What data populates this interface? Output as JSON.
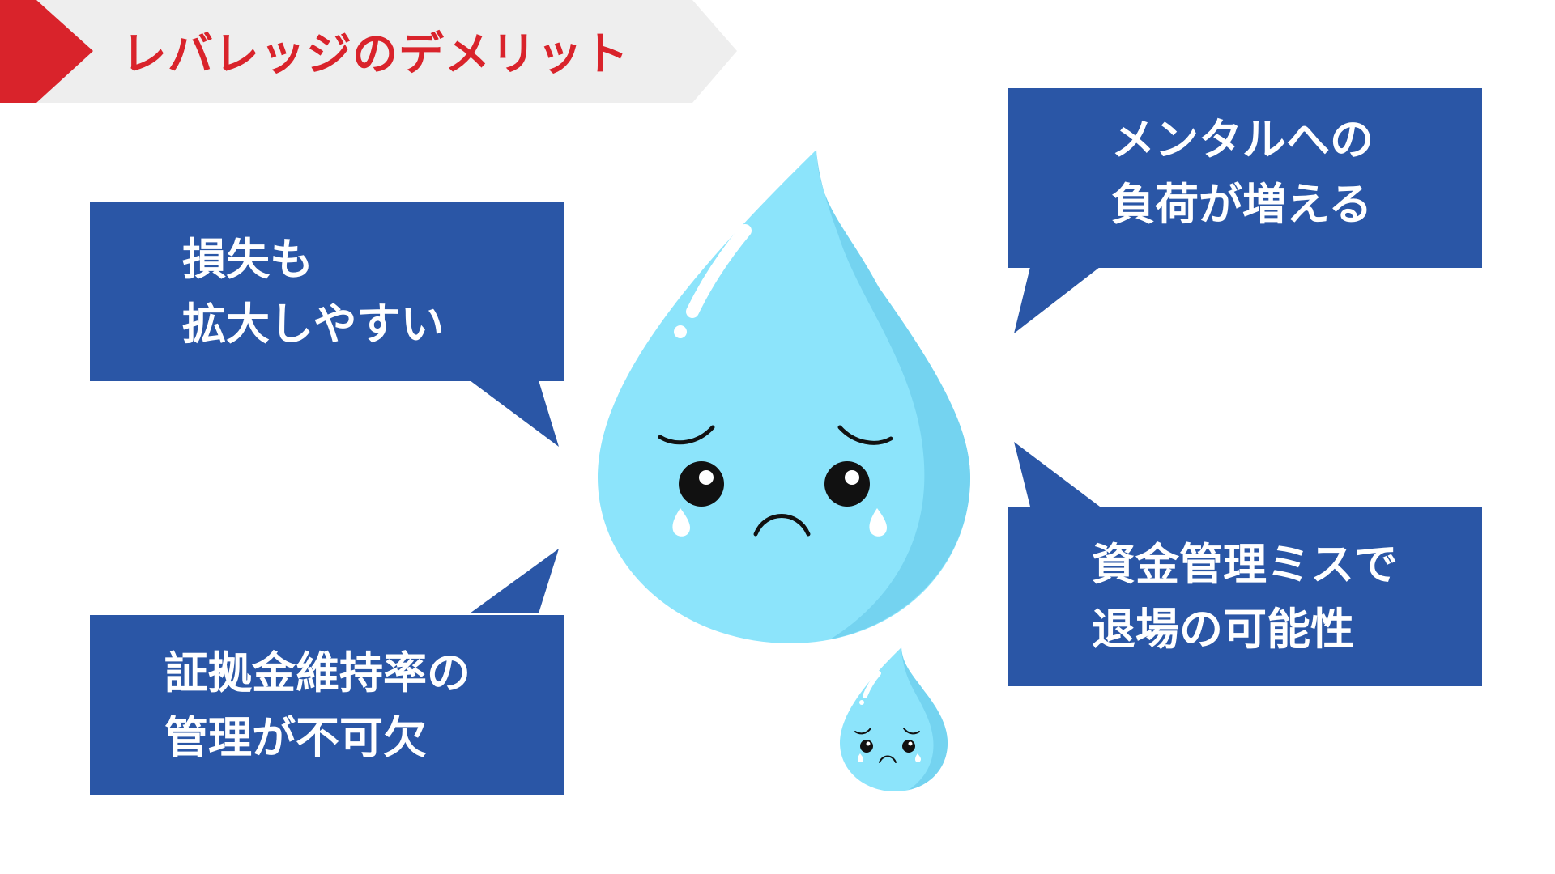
{
  "header": {
    "title": "レバレッジのデメリット",
    "accent_color": "#d9232b",
    "band_color": "#eeeeee"
  },
  "bubbles": {
    "top_left": {
      "line1": "損失も",
      "line2": "拡大しやすい"
    },
    "bottom_left": {
      "line1": "証拠金維持率の",
      "line2": "管理が不可欠"
    },
    "top_right": {
      "line1": "メンタルへの",
      "line2": "負荷が増える"
    },
    "bottom_right": {
      "line1": "資金管理ミスで",
      "line2": "退場の可能性"
    },
    "color": "#2a56a6"
  },
  "illustration": {
    "main": "sad-water-drop-icon",
    "small": "small-sad-water-drop-icon",
    "drop_color": "#8ce4fb",
    "drop_shade": "#74d3f0"
  }
}
